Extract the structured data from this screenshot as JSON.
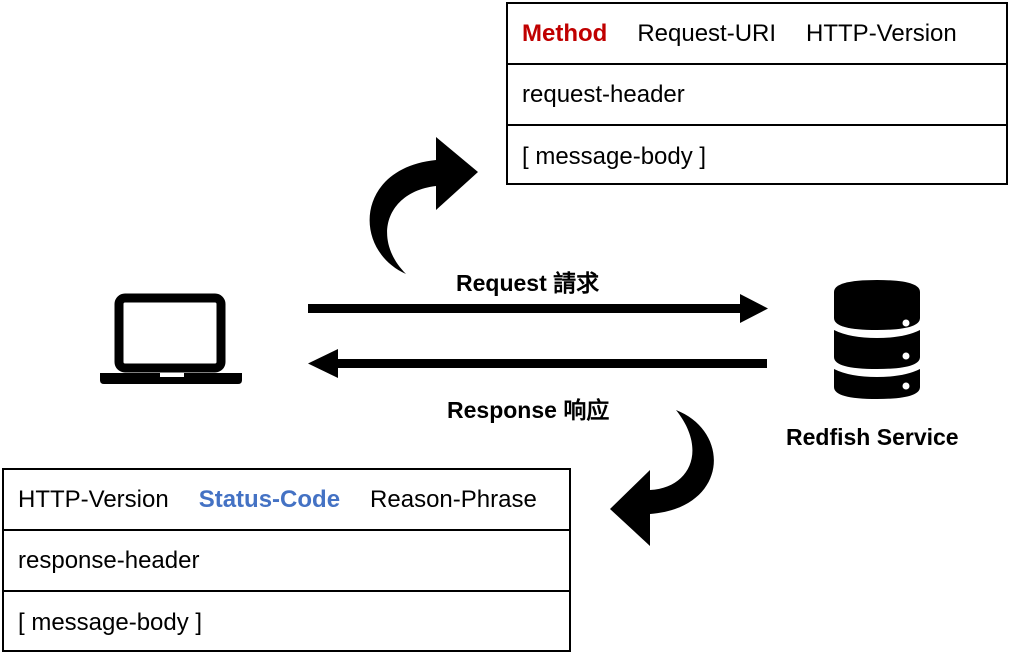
{
  "request_box": {
    "line1": {
      "method": "Method",
      "uri": "Request-URI",
      "version": "HTTP-Version"
    },
    "header": "request-header",
    "body": "[ message-body ]"
  },
  "response_box": {
    "line1": {
      "version": "HTTP-Version",
      "status": "Status-Code",
      "reason": "Reason-Phrase"
    },
    "header": "response-header",
    "body": "[ message-body ]"
  },
  "labels": {
    "request": "Request 請求",
    "response": "Response 响应",
    "service": "Redfish Service"
  },
  "colors": {
    "method": "#c00000",
    "status_code": "#4472c4"
  },
  "icons": {
    "client": "laptop-icon",
    "server": "database-icon"
  }
}
